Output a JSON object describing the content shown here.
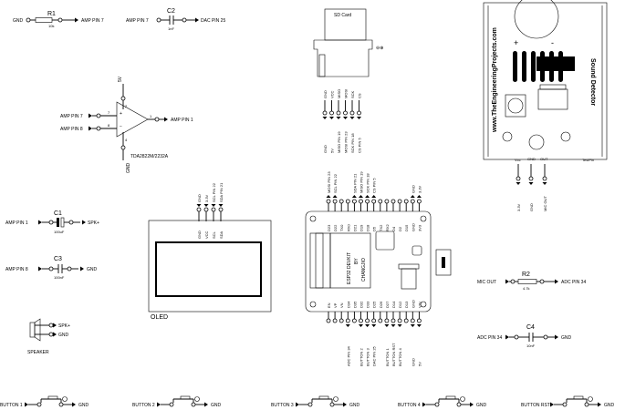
{
  "r1": {
    "ref": "R1",
    "value": "10k",
    "left_net": "GND",
    "right_net": "AMP PIN 7"
  },
  "c2": {
    "ref": "C2",
    "value": "1nF",
    "left_net": "AMP PIN 7",
    "right_net": "DAC PIN 25"
  },
  "amp": {
    "part": "TDA2822M/2232A",
    "pin7_net": "AMP PIN 7",
    "pin8_net": "AMP PIN 8",
    "out_net": "AMP PIN 1",
    "vcc": "5V",
    "gnd": "GND",
    "pin_numbers": [
      "7",
      "8",
      "1",
      "2",
      "4"
    ]
  },
  "sd": {
    "title": "SD Card",
    "pins": [
      "GND",
      "VCC",
      "MISO",
      "MOSI",
      "SCK",
      "CS"
    ],
    "nets": [
      "GND",
      "5V",
      "MISO PIN 19",
      "MOSI PIN 23",
      "SCK PIN 18",
      "CS PIN 5"
    ]
  },
  "sound": {
    "site": "www.TheEngineeringProjects.com",
    "title": "Sound Detector",
    "plus": "+",
    "minus": "-",
    "pins": [
      "Vcc",
      "GND",
      "OUT"
    ],
    "testpin": "TestPin",
    "nets": [
      "3.3V",
      "GND",
      "MIC OUT"
    ]
  },
  "c1": {
    "ref": "C1",
    "value": "100uF",
    "left_net": "AMP PIN 1",
    "right_net": "SPK+"
  },
  "c3": {
    "ref": "C3",
    "value": "100nF",
    "left_net": "AMP PIN 8",
    "right_net": "GND"
  },
  "speaker": {
    "label": "SPEAKER",
    "pos": "SPK+",
    "neg": "GND"
  },
  "oled": {
    "label": "OLED",
    "pins": [
      "GND",
      "VCC",
      "SCL",
      "SDA"
    ],
    "nets": [
      "GND",
      "3.3V",
      "SCL PIN 22",
      "SDA PIN 21"
    ]
  },
  "esp32": {
    "title": "ESP32 DEVKIT",
    "by": "BY",
    "maker": "CHANGJIO",
    "top_pins": [
      "D23",
      "D22",
      "TX0",
      "RX0",
      "D21",
      "D19",
      "D18",
      "D5",
      "TX2",
      "RX2",
      "D4",
      "D2",
      "D15",
      "GND",
      "3V3"
    ],
    "top_nets": [
      {
        "idx": 0,
        "text": "MOSI PIN 23"
      },
      {
        "idx": 1,
        "text": "SCL PIN 22"
      },
      {
        "idx": 4,
        "text": "SDA PIN 21"
      },
      {
        "idx": 5,
        "text": "MISO PIN 19"
      },
      {
        "idx": 6,
        "text": "SCK PIN 18"
      },
      {
        "idx": 7,
        "text": "CS PIN 5"
      },
      {
        "idx": 13,
        "text": "GND"
      },
      {
        "idx": 14,
        "text": "3.3V"
      }
    ],
    "bottom_pins": [
      "EN",
      "VP",
      "VN",
      "D34",
      "D35",
      "D32",
      "D33",
      "D25",
      "D26",
      "D27",
      "D14",
      "D12",
      "D13",
      "GND",
      "VIN"
    ],
    "bottom_nets": [
      {
        "idx": 3,
        "text": "ADC PIN 34"
      },
      {
        "idx": 5,
        "text": "BUTTON 2"
      },
      {
        "idx": 6,
        "text": "BUTTON 3"
      },
      {
        "idx": 7,
        "text": "DAC PIN 25"
      },
      {
        "idx": 9,
        "text": "BUTTON 1"
      },
      {
        "idx": 10,
        "text": "BUTTON RST"
      },
      {
        "idx": 11,
        "text": "BUTTON 4"
      },
      {
        "idx": 13,
        "text": "GND"
      },
      {
        "idx": 14,
        "text": "5V"
      }
    ]
  },
  "r2": {
    "ref": "R2",
    "value": "4.7k",
    "left_net": "MIC OUT",
    "right_net": "ADC PIN 34"
  },
  "c4": {
    "ref": "C4",
    "value": "10nF",
    "left_net": "ADC PIN 34",
    "right_net": "GND"
  },
  "buttons": [
    {
      "label": "BUTTON 1",
      "gnd": "GND"
    },
    {
      "label": "BUTTON 2",
      "gnd": "GND"
    },
    {
      "label": "BUTTON 3",
      "gnd": "GND"
    },
    {
      "label": "BUTTON 4",
      "gnd": "GND"
    },
    {
      "label": "BUTTON RST",
      "gnd": "GND"
    }
  ]
}
